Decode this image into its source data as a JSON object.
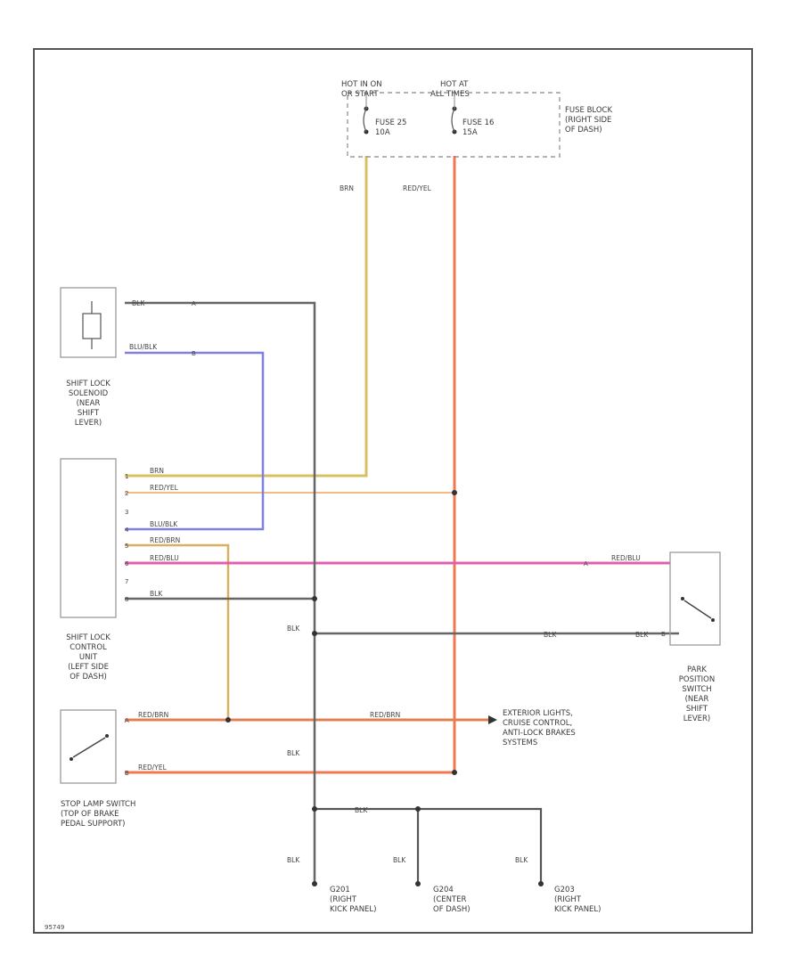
{
  "fuse_block": {
    "hot_run_line1": "HOT IN ON",
    "hot_run_line2": "OR START",
    "hot_all_line1": "HOT AT",
    "hot_all_line2": "ALL TIMES",
    "fuse_a_line1": "FUSE 25",
    "fuse_a_line2": "10A",
    "fuse_b_line1": "FUSE 16",
    "fuse_b_line2": "15A",
    "label_line1": "FUSE BLOCK",
    "label_line2": "(RIGHT SIDE",
    "label_line3": "OF DASH)"
  },
  "wire_labels": {
    "brn_top": "BRN",
    "redyel_top": "RED/YEL",
    "blk_solenoid": "BLK",
    "blublk_solenoid": "BLU/BLK",
    "unit_brn": "BRN",
    "unit_redyel": "RED/YEL",
    "unit_blublk": "BLU/BLK",
    "unit_redbrn": "RED/BRN",
    "unit_redblu": "RED/BLU",
    "unit_blk": "BLK",
    "park_redblu": "RED/BLU",
    "blk_mid": "BLK",
    "park_blk_a": "BLK",
    "park_blk_b": "BLK",
    "stop_redbrn": "RED/BRN",
    "ext_redbrn": "RED/BRN",
    "stop_redyel": "RED/YEL",
    "blk_lower": "BLK",
    "ground_blk_h": "BLK",
    "g1_blk": "BLK",
    "g2_blk": "BLK",
    "g3_blk": "BLK"
  },
  "pins": {
    "sol_a": "A",
    "sol_b": "B",
    "u1": "1",
    "u2": "2",
    "u3": "3",
    "u4": "4",
    "u5": "5",
    "u6": "6",
    "u7": "7",
    "u8": "8",
    "park_a": "A",
    "park_b": "B",
    "stop_a": "A",
    "stop_b": "B"
  },
  "components": {
    "solenoid_line1": "SHIFT LOCK",
    "solenoid_line2": "SOLENOID",
    "solenoid_line3": "(NEAR",
    "solenoid_line4": "SHIFT",
    "solenoid_line5": "LEVER)",
    "control_line1": "SHIFT LOCK",
    "control_line2": "CONTROL",
    "control_line3": "UNIT",
    "control_line4": "(LEFT SIDE",
    "control_line5": "OF DASH)",
    "park_line1": "PARK",
    "park_line2": "POSITION",
    "park_line3": "SWITCH",
    "park_line4": "(NEAR",
    "park_line5": "SHIFT",
    "park_line6": "LEVER)",
    "stop_line1": "STOP LAMP SWITCH",
    "stop_line2": "(TOP OF BRAKE",
    "stop_line3": "PEDAL SUPPORT)",
    "ext_line1": "EXTERIOR LIGHTS,",
    "ext_line2": "CRUISE CONTROL,",
    "ext_line3": "ANTI-LOCK BRAKES",
    "ext_line4": "SYSTEMS"
  },
  "grounds": {
    "g1_line1": "G201",
    "g1_line2": "(RIGHT",
    "g1_line3": "KICK PANEL)",
    "g2_line1": "G204",
    "g2_line2": "(CENTER",
    "g2_line3": "OF DASH)",
    "g3_line1": "G203",
    "g3_line2": "(RIGHT",
    "g3_line3": "KICK PANEL)"
  },
  "figure_id": "95749",
  "colors": {
    "brn": "#d8c060",
    "redyel": "#f0a060",
    "blk": "#666666",
    "blublk": "#8080e0",
    "redbrn": "#e09060",
    "redblu": "#e060b0",
    "red_trunk": "#f07850"
  }
}
